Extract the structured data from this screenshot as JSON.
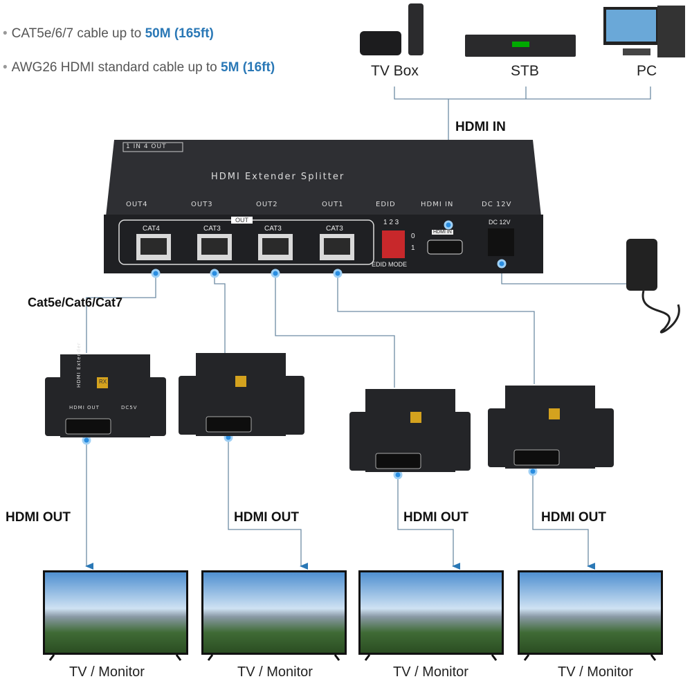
{
  "specs": [
    {
      "text": "CAT5e/6/7 cable up to ",
      "highlight": "50M (165ft)"
    },
    {
      "text": "AWG26 HDMI standard cable up to ",
      "highlight": "5M (16ft)"
    }
  ],
  "sources": [
    {
      "label": "TV Box"
    },
    {
      "label": "STB"
    },
    {
      "label": "PC"
    }
  ],
  "hdmi_in_label": "HDMI IN",
  "cable_label": "Cat5e/Cat6/Cat7",
  "splitter": {
    "badge": "1 IN 4 OUT",
    "title": "HDMI Extender Splitter",
    "top_labels": [
      "OUT4",
      "OUT3",
      "OUT2",
      "OUT1",
      "EDID",
      "HDMI IN",
      "DC 12V"
    ],
    "out_group": "OUT",
    "ports": [
      "CAT4",
      "CAT3",
      "CAT3",
      "CAT3"
    ],
    "dip_numbers": "1 2 3",
    "dip_states": [
      "0",
      "1"
    ],
    "edid_mode": "EDID MODE",
    "hdmi_port": "HDMI IN",
    "dc_port": "DC 12V"
  },
  "receiver": {
    "name": "HDMI Extender",
    "badge": "RX",
    "hdmi_out": "HDMI OUT",
    "dc": "DC5V"
  },
  "hdmi_out_label": "HDMI OUT",
  "displays": [
    {
      "label": "TV / Monitor"
    },
    {
      "label": "TV / Monitor"
    },
    {
      "label": "TV / Monitor"
    },
    {
      "label": "TV / Monitor"
    }
  ],
  "colors": {
    "accent": "#2a78b6",
    "line": "#6d8ba3",
    "device": "#232427"
  }
}
